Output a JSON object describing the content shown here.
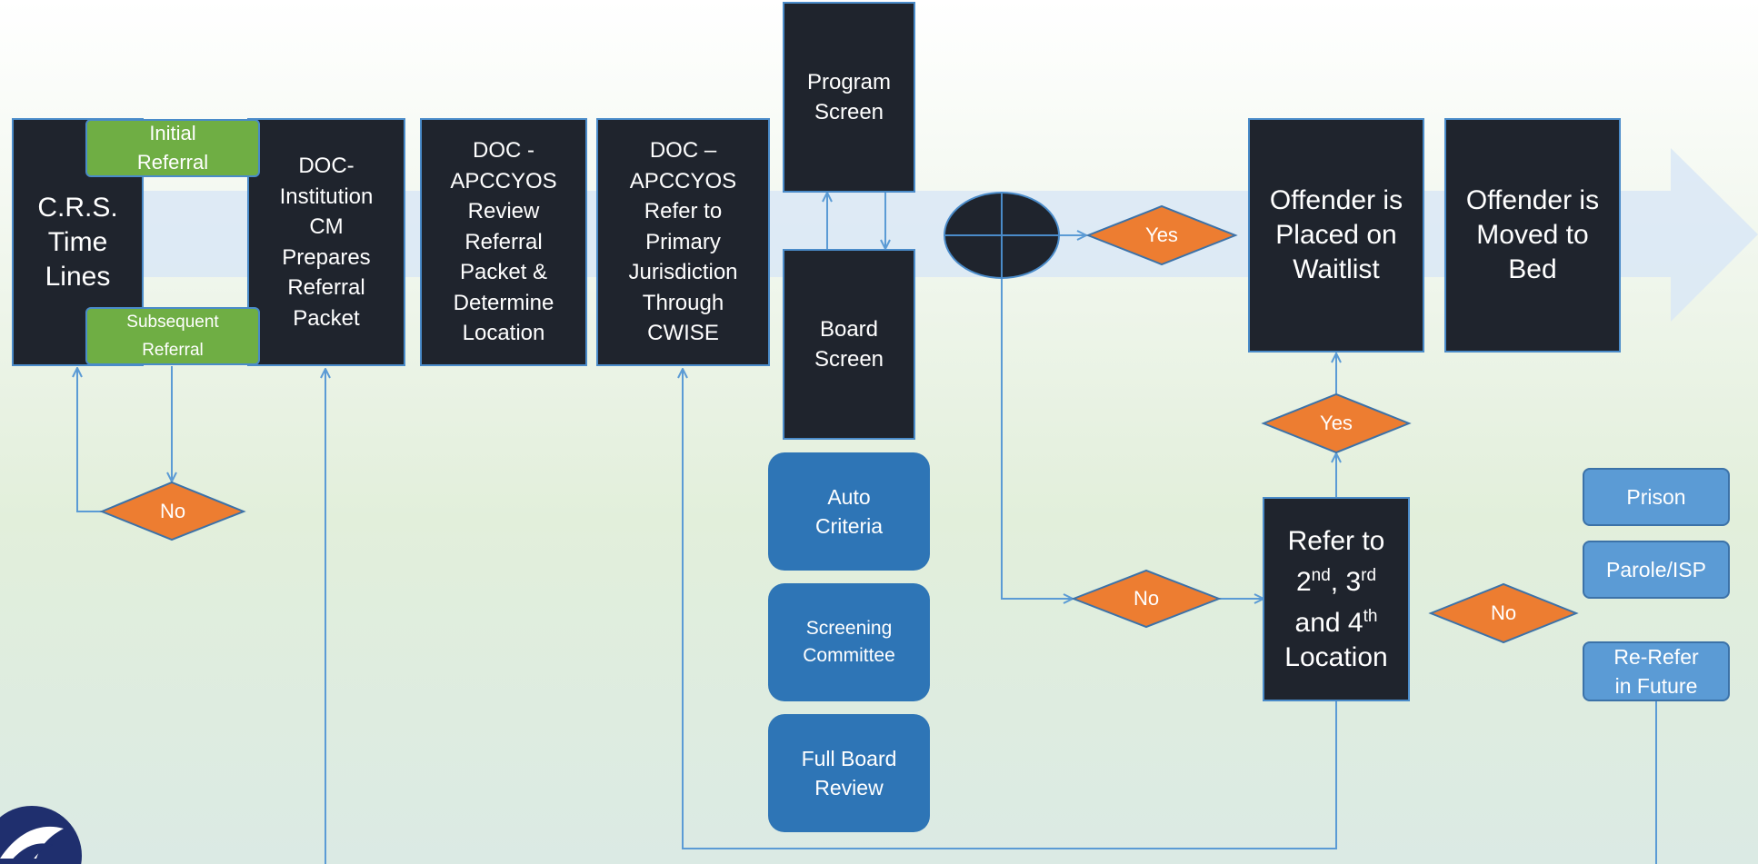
{
  "nodes": {
    "crs_timelines": "C.R.S.\nTime\nLines",
    "initial_referral": "Initial\nReferral",
    "subsequent_referral": "Subsequent\nReferral",
    "doc_institution": "DOC-\nInstitution\nCM\nPrepares\nReferral\nPacket",
    "doc_review": "DOC -\nAPCCYOS\nReview\nReferral\nPacket &\nDetermine\nLocation",
    "doc_refer": "DOC –\nAPCCYOS\nRefer to\nPrimary\nJurisdiction\nThrough\nCWISE",
    "program_screen": "Program\nScreen",
    "board_screen": "Board\nScreen",
    "auto_criteria": "Auto\nCriteria",
    "screening_committee": "Screening\nCommittee",
    "full_board_review": "Full Board\nReview",
    "waitlist": "Offender is\nPlaced on\nWaitlist",
    "moved_to_bed": "Offender is\nMoved to\nBed",
    "refer_line1": "Refer to",
    "refer_l2_a": "2",
    "refer_l2_b": "nd",
    "refer_l2_c": ", 3",
    "refer_l2_d": "rd",
    "refer_l3_a": "and 4",
    "refer_l3_b": "th",
    "refer_line4": "Location",
    "prison": "Prison",
    "parole_isp": "Parole/ISP",
    "re_refer": "Re-Refer\nin Future"
  },
  "decisions": {
    "no_left": "No",
    "yes_top": "Yes",
    "yes_mid": "Yes",
    "no_mid": "No",
    "no_right": "No"
  },
  "colors": {
    "box_fill": "#1f242d",
    "box_border": "#4a8bc9",
    "green": "#6fae44",
    "diamond": "#ed7d31",
    "connector": "#5b9bd5",
    "arrow_band": "#d6e6f7"
  }
}
